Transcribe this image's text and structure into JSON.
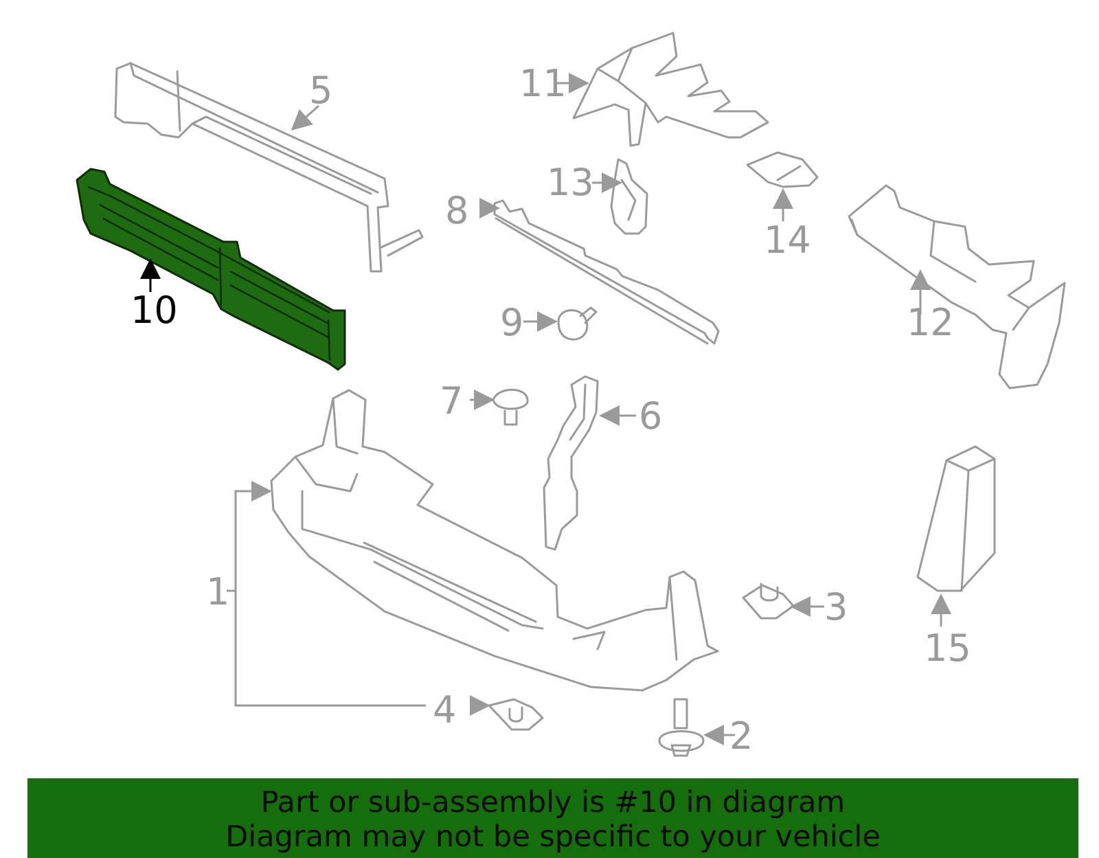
{
  "callouts": {
    "c1": "1",
    "c2": "2",
    "c3": "3",
    "c4": "4",
    "c5": "5",
    "c6": "6",
    "c7": "7",
    "c8": "8",
    "c9": "9",
    "c10": "10",
    "c11": "11",
    "c12": "12",
    "c13": "13",
    "c14": "14",
    "c15": "15"
  },
  "highlighted_part": "10",
  "colors": {
    "highlight": "#1e6b12",
    "banner": "#156d0c",
    "line": "#9a9a9a"
  },
  "banner": {
    "line1": "Part or sub-assembly is #10 in diagram",
    "line2": "Diagram may not be specific to your vehicle"
  }
}
